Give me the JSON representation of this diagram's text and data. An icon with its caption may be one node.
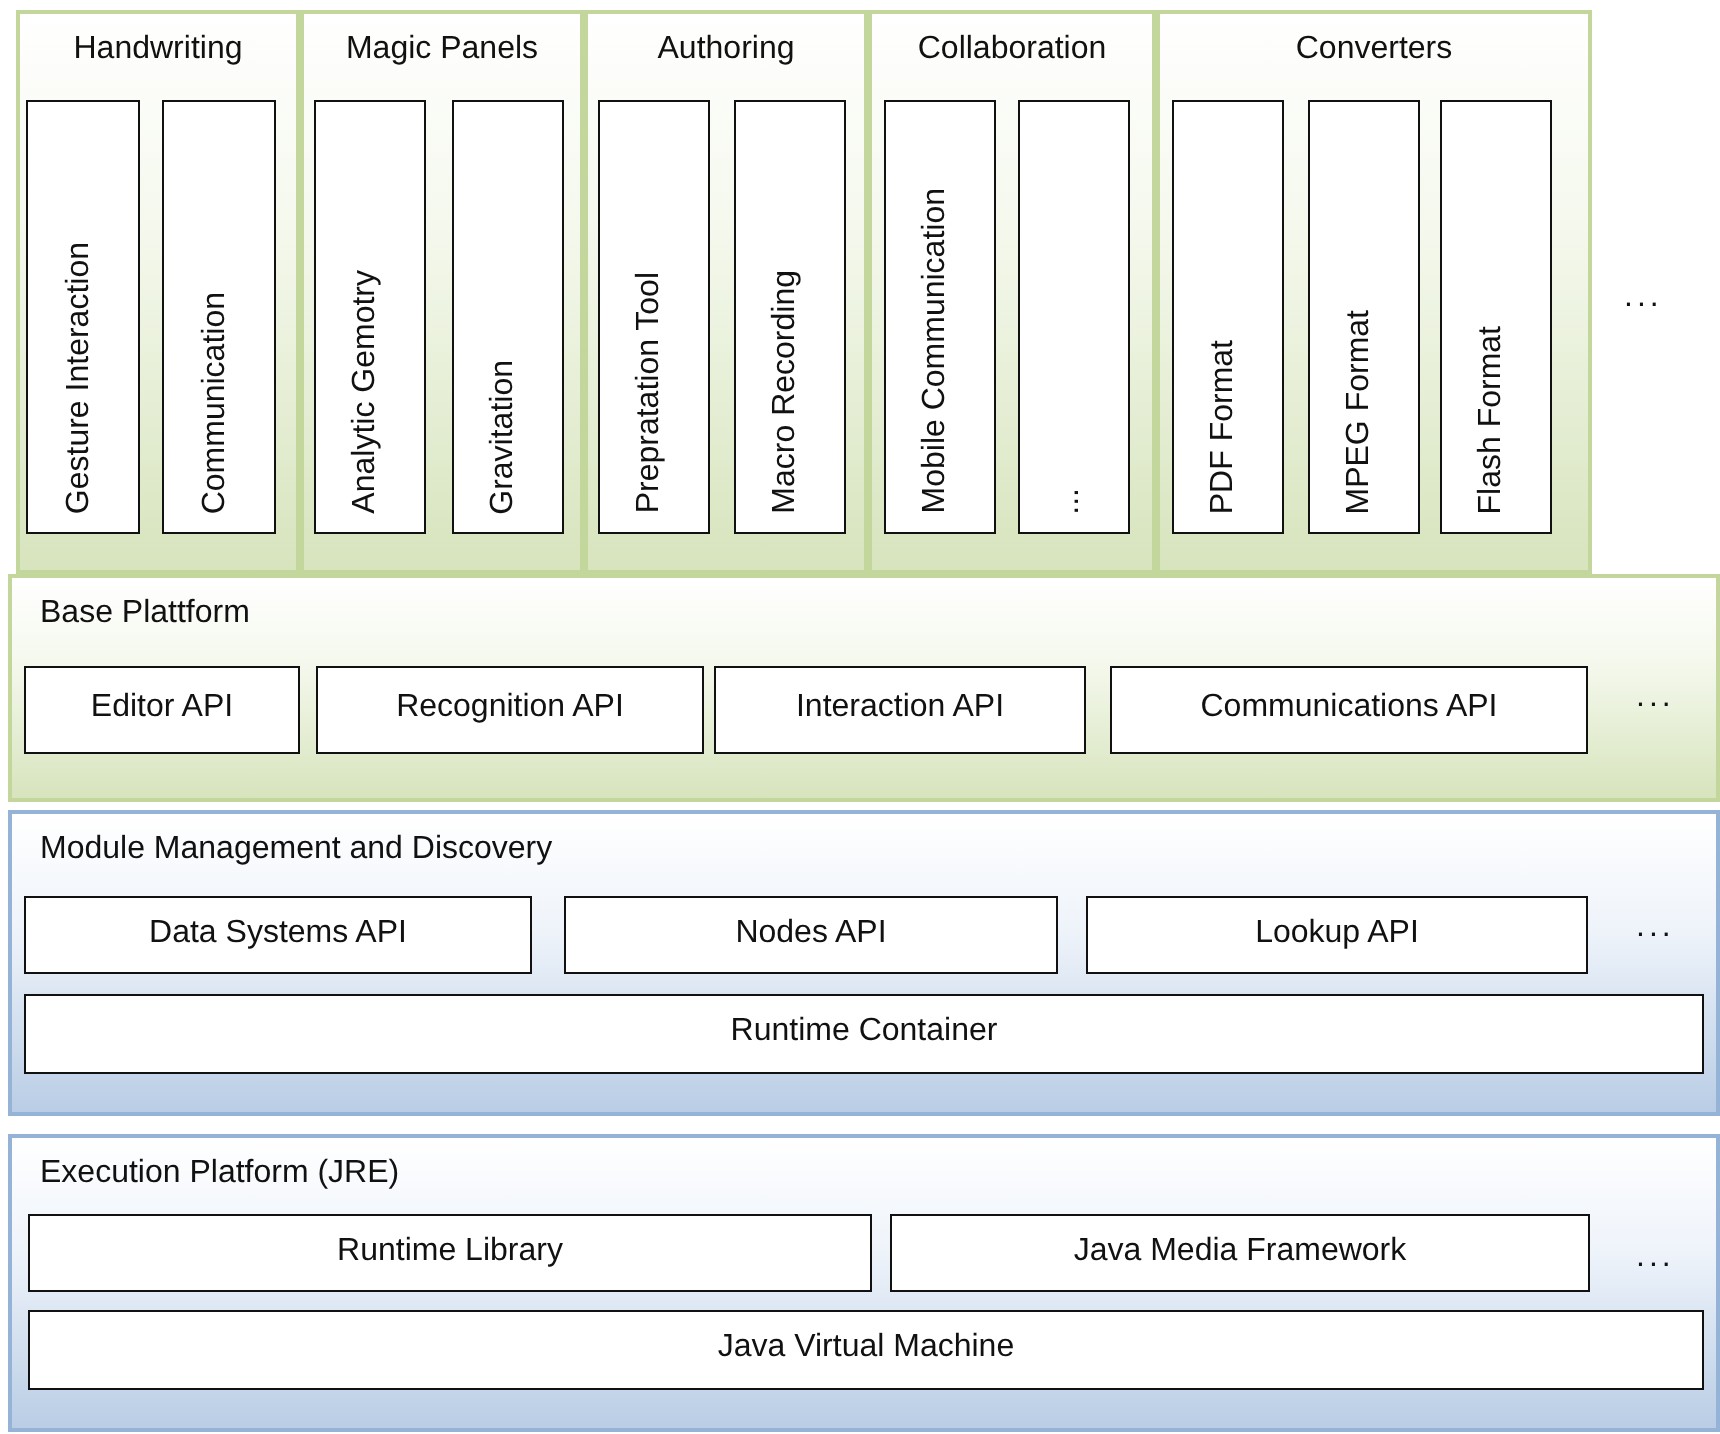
{
  "diagram": {
    "nodes": [
      {
        "text": [
          "Handwriting"
        ]
      },
      {
        "text": [
          "Gesture Interaction"
        ],
        "in": 0
      },
      {
        "text": [
          "Communication"
        ],
        "in": 0
      },
      {
        "text": [
          "Magic Panels"
        ]
      },
      {
        "text": [
          "Analytic Gemotry"
        ],
        "in": 3
      },
      {
        "text": [
          "Gravitation"
        ],
        "in": 3
      },
      {
        "text": [
          "Authoring"
        ]
      },
      {
        "text": [
          "Prepratation Tool"
        ],
        "in": 6
      },
      {
        "text": [
          "Macro Recording"
        ],
        "in": 6
      },
      {
        "text": [
          "Collaboration"
        ]
      },
      {
        "text": [
          "Mobile Communication"
        ],
        "in": 9
      },
      {
        "text": [
          "..."
        ],
        "in": 9
      },
      {
        "text": [
          "Converters"
        ]
      },
      {
        "text": [
          "PDF Format"
        ],
        "in": 12
      },
      {
        "text": [
          "MPEG Format"
        ],
        "in": 12
      },
      {
        "text": [
          "Flash Format"
        ],
        "in": 12
      },
      {
        "text": [
          "Base Plattform"
        ]
      },
      {
        "text": [
          "Editor API"
        ],
        "in": 16
      },
      {
        "text": [
          "Recognition API"
        ],
        "in": 16
      },
      {
        "text": [
          "Interaction API"
        ],
        "in": 16
      },
      {
        "text": [
          "Communications API"
        ],
        "in": 16
      },
      {
        "text": [
          "Module Management and Discovery"
        ]
      },
      {
        "text": [
          "Data Systems API"
        ],
        "in": 21
      },
      {
        "text": [
          "Nodes API"
        ],
        "in": 21
      },
      {
        "text": [
          "Lookup API"
        ],
        "in": 21
      },
      {
        "text": [
          "Runtime Container"
        ],
        "in": 21
      },
      {
        "text": [
          "Execution Platform (JRE)"
        ]
      },
      {
        "text": [
          "Runtime Library"
        ],
        "in": 26
      },
      {
        "text": [
          "Java Media Framework"
        ],
        "in": 26
      },
      {
        "text": [
          "Java Virtual Machine"
        ],
        "in": 26
      }
    ],
    "labels": [
      "...",
      "...",
      "...",
      "..."
    ]
  }
}
